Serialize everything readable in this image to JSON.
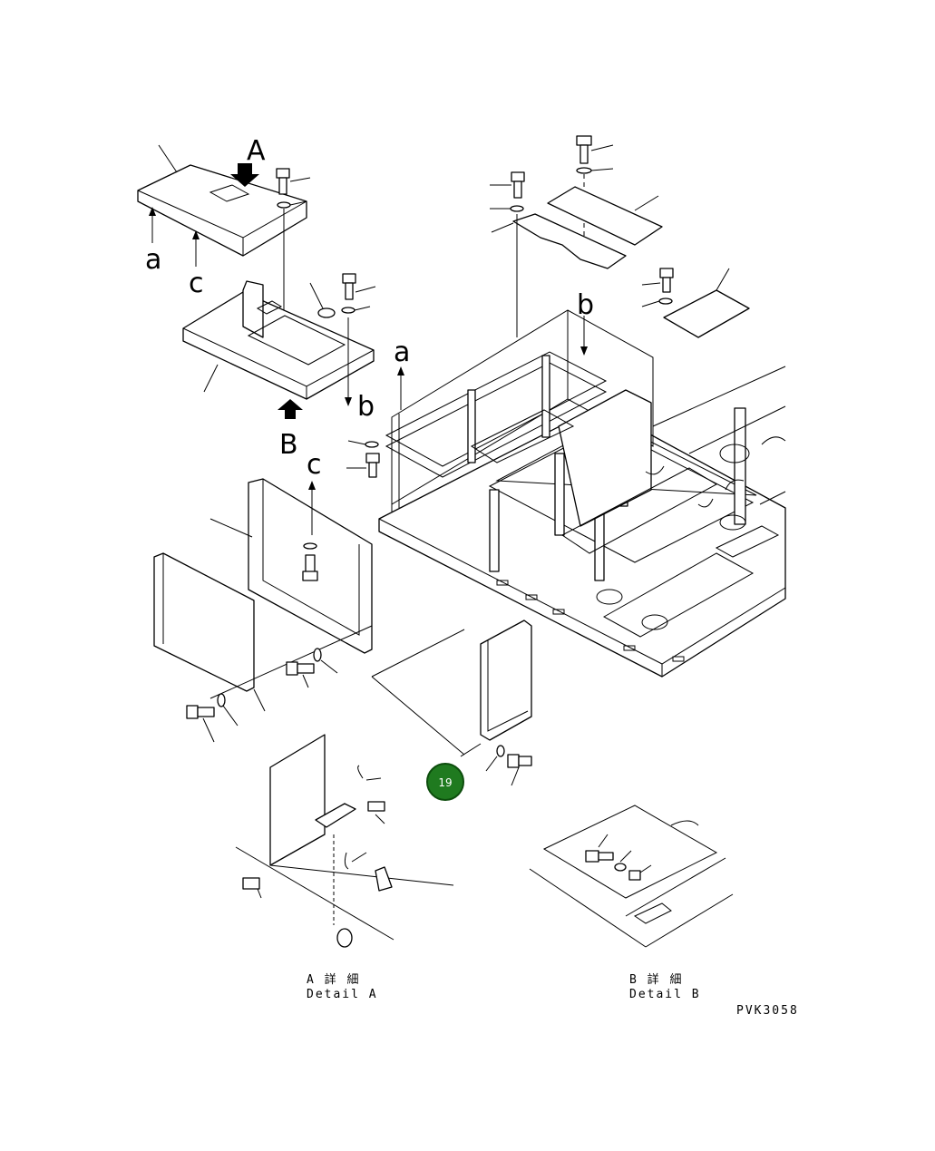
{
  "view_labels": {
    "A": "A",
    "B": "B",
    "a_top": "a",
    "c_top": "c",
    "b_mid": "b",
    "a_frame": "a",
    "b_frame": "b",
    "c_panel": "c"
  },
  "callout": {
    "number": "19",
    "color": "#1f7a1f",
    "ring_color": "#0d4d0d"
  },
  "detail_a": {
    "line1": "A 詳 細",
    "line2": "Detail A"
  },
  "detail_b": {
    "line1": "B 詳 細",
    "line2": "Detail B"
  },
  "drawing_code": "PVK3058"
}
